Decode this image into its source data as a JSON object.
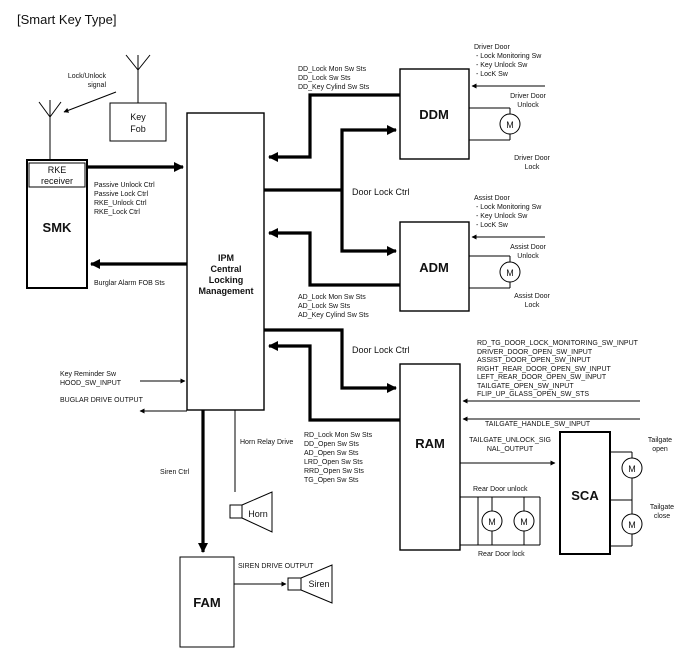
{
  "title": "[Smart Key Type]",
  "blocks": {
    "smk": "SMK",
    "rke_receiver": [
      "RKE",
      "receiver"
    ],
    "key_fob": [
      "Key",
      "Fob"
    ],
    "ipm": [
      "IPM",
      "Central",
      "Locking",
      "Management"
    ],
    "ddm": "DDM",
    "adm": "ADM",
    "ram": "RAM",
    "sca": "SCA",
    "fam": "FAM",
    "horn": "Horn",
    "siren": "Siren",
    "motor": "M"
  },
  "labels": {
    "lock_unlock_signal": [
      "Lock/Unlock",
      "signal"
    ],
    "smk_to_ipm": [
      "Passive Unlock Ctrl",
      "Passive Lock Ctrl",
      "RKE_Unlock Ctrl",
      "RKE_Lock Ctrl"
    ],
    "burglar_alarm": "Burglar Alarm FOB Sts",
    "key_reminder": [
      "Key Reminder Sw",
      "HOOD_SW_INPUT"
    ],
    "buglar_drive": "BUGLAR DRIVE OUTPUT",
    "siren_ctrl": "Siren Ctrl",
    "horn_relay": "Horn Relay Drive",
    "siren_drive": "SIREN DRIVE OUTPUT",
    "dd_status": [
      "DD_Lock Mon Sw Sts",
      "DD_Lock Sw Sts",
      "DD_Key Cylind Sw Sts"
    ],
    "door_lock_ctrl_1": "Door Lock Ctrl",
    "door_lock_ctrl_2": "Door Lock Ctrl",
    "ad_status": [
      "AD_Lock Mon Sw Sts",
      "AD_Lock Sw Sts",
      "AD_Key Cylind Sw Sts"
    ],
    "driver_door_inputs": [
      "Driver Door",
      " - Lock Monitoring Sw",
      " - Key Unlock Sw",
      " - LocK Sw"
    ],
    "driver_door_unlock": [
      "Driver Door",
      "Unlock"
    ],
    "driver_door_lock": [
      "Driver Door",
      "Lock"
    ],
    "assist_door_inputs": [
      "Assist Door",
      " - Lock Monitoring Sw",
      " - Key Unlock Sw",
      " - LocK Sw"
    ],
    "assist_door_unlock": [
      "Assist Door",
      "Unlock"
    ],
    "assist_door_lock": [
      "Assist Door",
      "Lock"
    ],
    "ram_inputs": [
      "RD_TG_DOOR_LOCK_MONITORING_SW_INPUT",
      "DRIVER_DOOR_OPEN_SW_INPUT",
      "ASSIST_DOOR_OPEN_SW_INPUT",
      "RIGHT_REAR_DOOR_OPEN_SW_INPUT",
      "LEFT_REAR_DOOR_OPEN_SW_INPUT",
      "TAILGATE_OPEN_SW_INPUT",
      "FLIP_UP_GLASS_OPEN_SW_STS"
    ],
    "tailgate_handle": "TAILGATE_HANDLE_SW_INPUT",
    "tailgate_unlock": [
      "TAILGATE_UNLOCK_SIG",
      "NAL_OUTPUT"
    ],
    "ram_status": [
      "RD_Lock Mon Sw Sts",
      "DD_Open Sw Sts",
      "AD_Open Sw Sts",
      "LRD_Open Sw Sts",
      "RRD_Open Sw Sts",
      "TG_Open Sw Sts"
    ],
    "rear_door_unlock": "Rear Door unlock",
    "rear_door_lock": "Rear Door lock",
    "tailgate_open": [
      "Tailgate",
      "open"
    ],
    "tailgate_close": [
      "Tailgate",
      "close"
    ]
  }
}
